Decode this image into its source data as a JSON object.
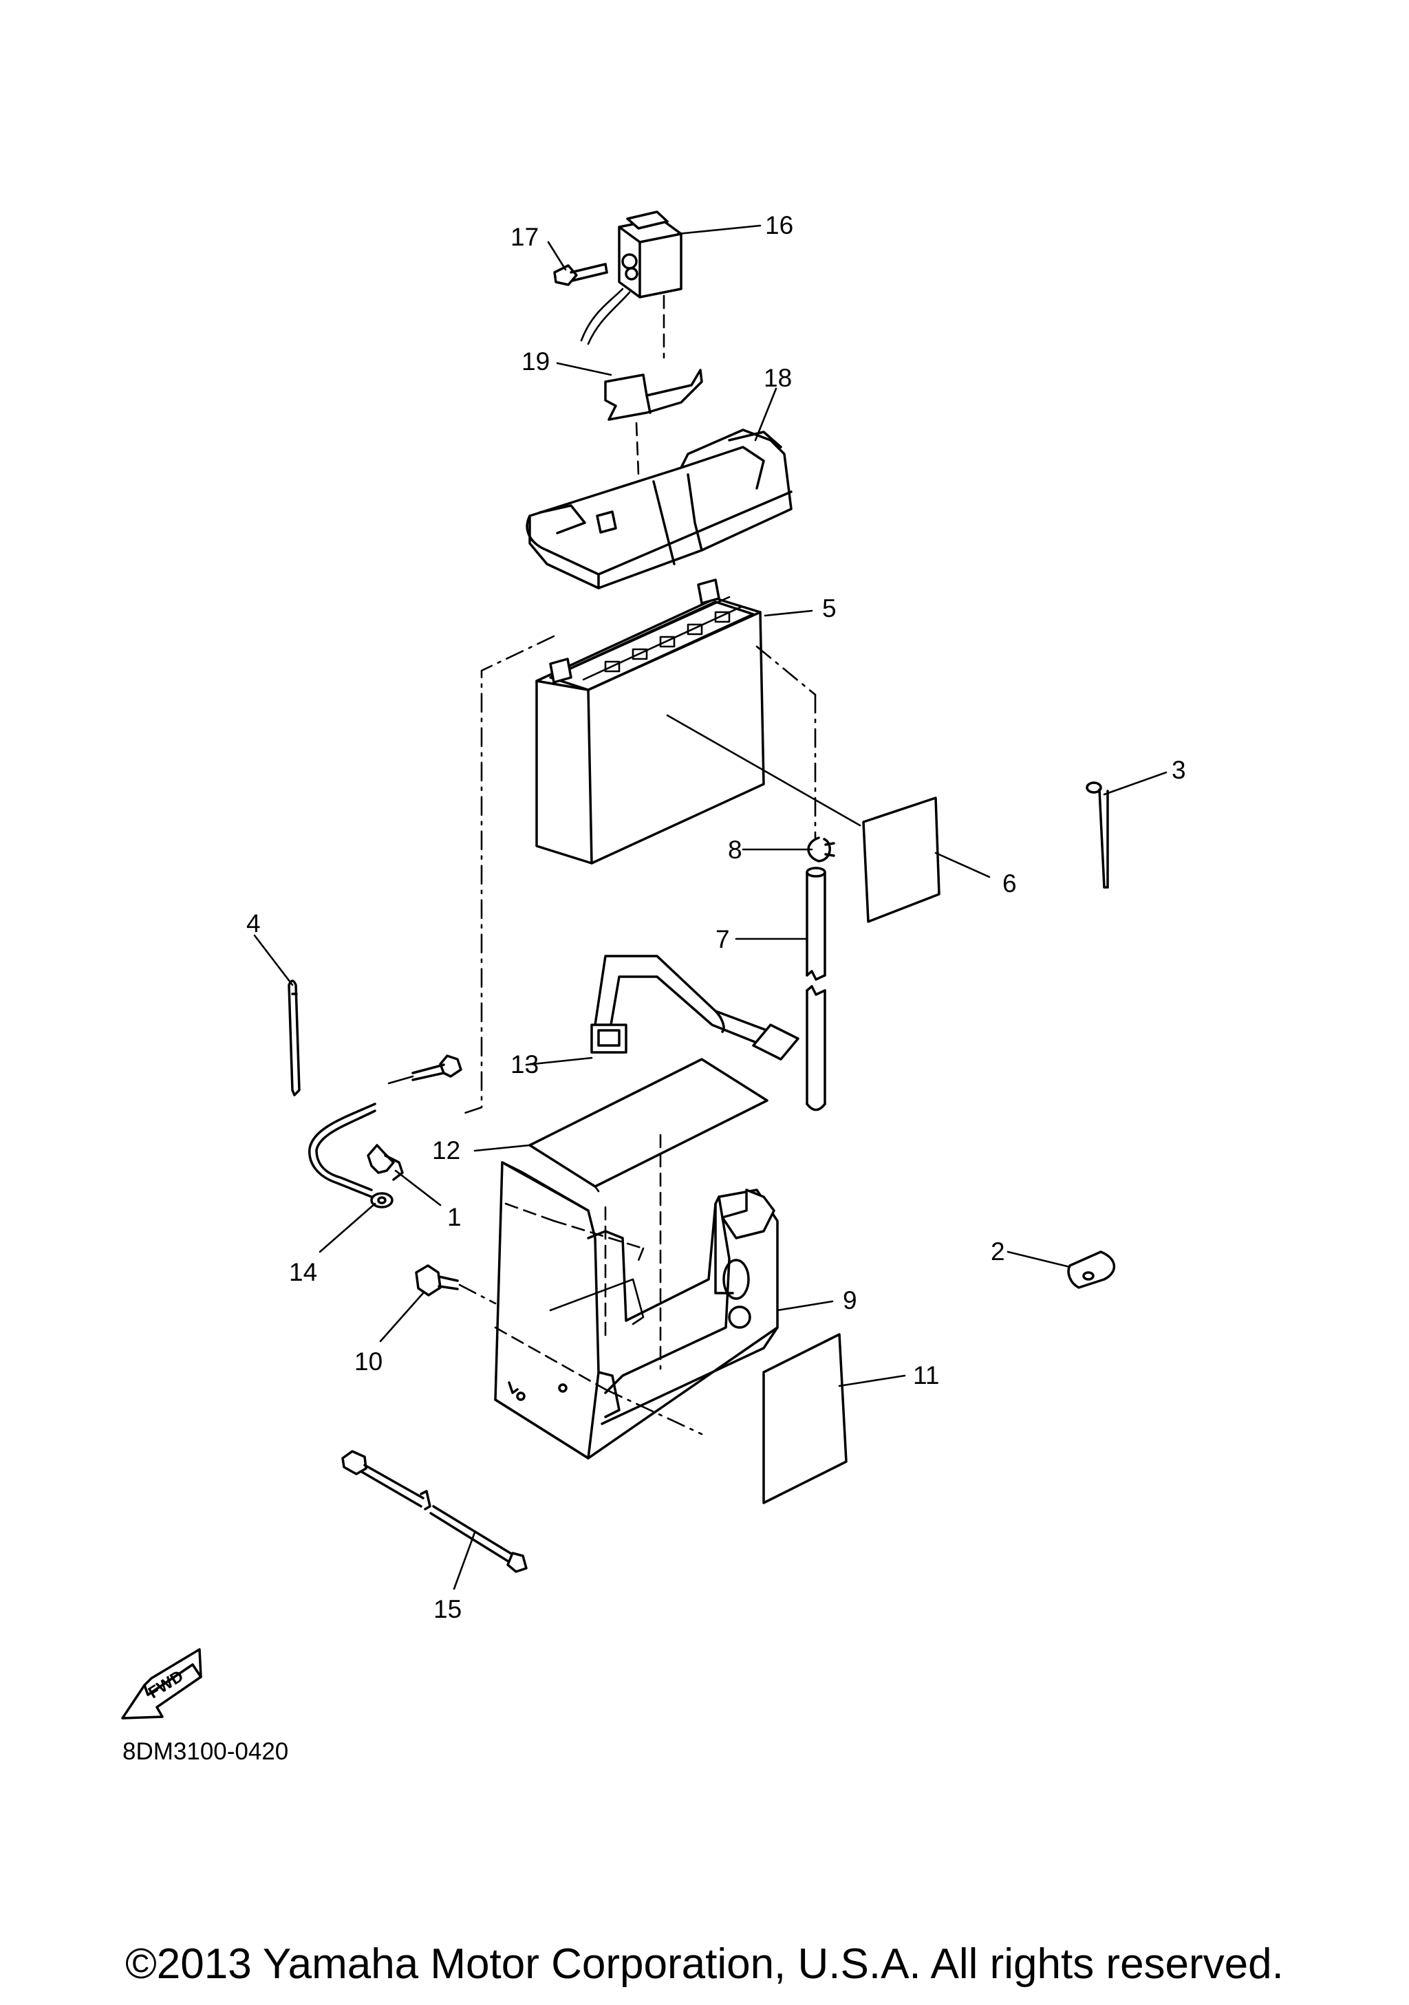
{
  "diagram": {
    "parts": [
      {
        "number": "1"
      },
      {
        "number": "2"
      },
      {
        "number": "3"
      },
      {
        "number": "4"
      },
      {
        "number": "5"
      },
      {
        "number": "6"
      },
      {
        "number": "7"
      },
      {
        "number": "8"
      },
      {
        "number": "9"
      },
      {
        "number": "10"
      },
      {
        "number": "11"
      },
      {
        "number": "12"
      },
      {
        "number": "13"
      },
      {
        "number": "14"
      },
      {
        "number": "15"
      },
      {
        "number": "16"
      },
      {
        "number": "17"
      },
      {
        "number": "18"
      },
      {
        "number": "19"
      }
    ],
    "fwd_label": "FWD",
    "diagram_code": "8DM3100-0420"
  },
  "footer": {
    "copyright": "©2013 Yamaha Motor Corporation, U.S.A. All rights reserved."
  }
}
